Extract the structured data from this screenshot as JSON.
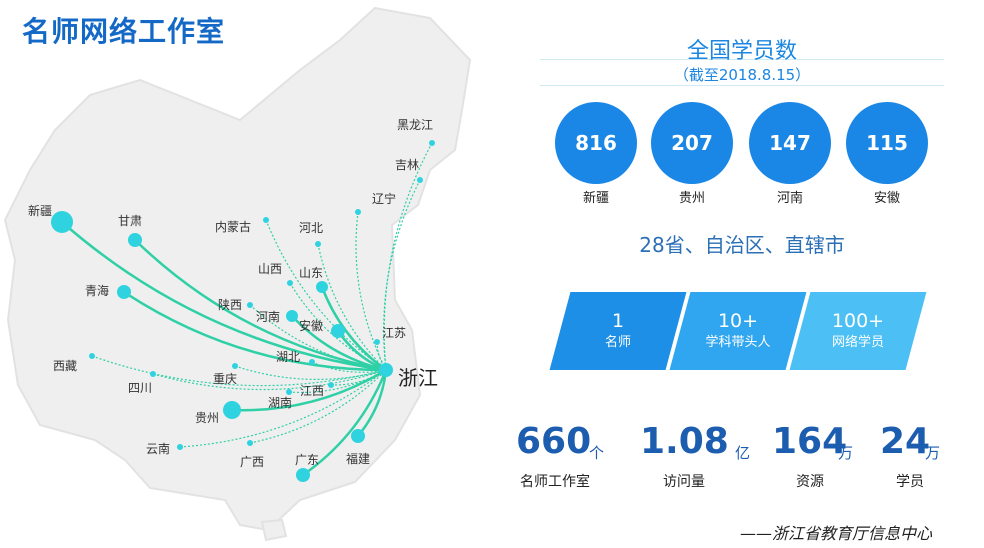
{
  "header": {
    "title": "名师网络工作室"
  },
  "map": {
    "center_label": "浙江",
    "provinces": [
      {
        "name": "黑龙江",
        "big": false
      },
      {
        "name": "吉林",
        "big": false
      },
      {
        "name": "辽宁",
        "big": false
      },
      {
        "name": "内蒙古",
        "big": false
      },
      {
        "name": "河北",
        "big": false
      },
      {
        "name": "新疆",
        "big": true
      },
      {
        "name": "甘肃",
        "big": true
      },
      {
        "name": "山西",
        "big": false
      },
      {
        "name": "山东",
        "big": true
      },
      {
        "name": "青海",
        "big": true
      },
      {
        "name": "陕西",
        "big": false
      },
      {
        "name": "河南",
        "big": true
      },
      {
        "name": "安徽",
        "big": true
      },
      {
        "name": "江苏",
        "big": false
      },
      {
        "name": "湖北",
        "big": false
      },
      {
        "name": "西藏",
        "big": false
      },
      {
        "name": "重庆",
        "big": false
      },
      {
        "name": "四川",
        "big": false
      },
      {
        "name": "江西",
        "big": false
      },
      {
        "name": "贵州",
        "big": true
      },
      {
        "name": "湖南",
        "big": false
      },
      {
        "name": "福建",
        "big": true
      },
      {
        "name": "云南",
        "big": false
      },
      {
        "name": "广西",
        "big": false
      },
      {
        "name": "广东",
        "big": true
      }
    ]
  },
  "stats": {
    "title": "全国学员数",
    "subtitle": "（截至2018.8.15）",
    "top": [
      {
        "value": "816",
        "label": "新疆"
      },
      {
        "value": "207",
        "label": "贵州"
      },
      {
        "value": "147",
        "label": "河南"
      },
      {
        "value": "115",
        "label": "安徽"
      }
    ],
    "provinces_text": "28省、自治区、直辖市",
    "tiers": [
      {
        "num": "1",
        "label": "名师",
        "color": "#1e8fe6"
      },
      {
        "num": "10+",
        "label": "学科带头人",
        "color": "#2fa6ef"
      },
      {
        "num": "100+",
        "label": "网络学员",
        "color": "#4cc0f4"
      }
    ],
    "big": [
      {
        "value": "660",
        "unit": "个",
        "label": "名师工作室"
      },
      {
        "value": "1.08",
        "unit": "亿",
        "label": "访问量"
      },
      {
        "value": "164",
        "unit": "万",
        "label": "资源"
      },
      {
        "value": "24",
        "unit": "万",
        "label": "学员"
      }
    ]
  },
  "footer": {
    "source": "——浙江省教育厅信息中心"
  }
}
